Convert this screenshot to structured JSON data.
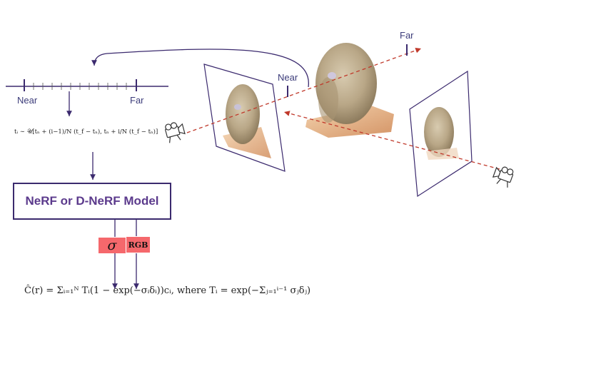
{
  "ray_axis": {
    "near_label": "Near",
    "far_label": "Far"
  },
  "scene": {
    "near_label": "Near",
    "far_label": "Far"
  },
  "model": {
    "label": "NeRF or D-NeRF Model"
  },
  "outputs": {
    "sigma_label": "σ",
    "rgb_label": "RGB"
  },
  "equations": {
    "sampling": "tᵢ ∼ 𝒰[tₙ + (i−1)/N (t_f − tₙ), tₙ + i/N (t_f − tₙ)]",
    "rendering": "Ĉ(r) = Σᵢ₌₁ᴺ Tᵢ(1 − exp(−σᵢδᵢ))cᵢ,  where Tᵢ = exp(−Σⱼ₌₁ⁱ⁻¹ σⱼδⱼ)"
  },
  "colors": {
    "axis": "#3b2a6e",
    "ray": "#c0392b",
    "chip": "#f5686c",
    "model_text": "#5b3a8c"
  },
  "icons": [
    "camera-icon",
    "camera-icon"
  ]
}
